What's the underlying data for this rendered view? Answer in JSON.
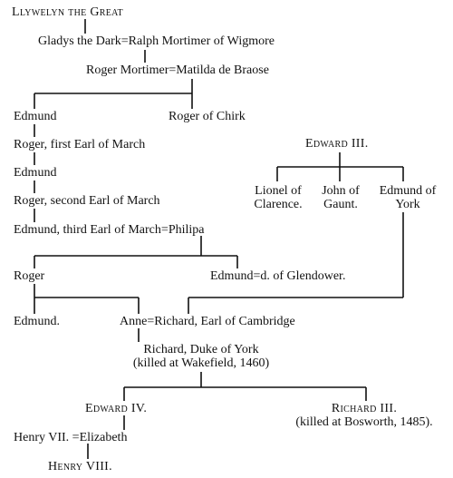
{
  "tree": {
    "llywelyn": "Llywelyn the Great",
    "gladys": "Gladys the Dark",
    "ralph": "Ralph Mortimer of Wigmore",
    "roger_mortimer": "Roger Mortimer",
    "matilda": "Matilda de Braose",
    "edmund_1": "Edmund",
    "roger_chirk": "Roger of Chirk",
    "roger_first_earl": "Roger, first Earl of March",
    "edmund_2": "Edmund",
    "roger_second_earl": "Roger, second Earl of March",
    "edmund_third_earl": "Edmund, third Earl of March",
    "philipa": "Philipa",
    "roger_3": "Roger",
    "edmund_glendower": "Edmund",
    "daughter_glendower": "d. of Glendower.",
    "edmund_3": "Edmund.",
    "anne": "Anne",
    "richard_cambridge": "Richard, Earl of Cambridge",
    "edward_iii": "Edward III.",
    "lionel_1": "Lionel of",
    "lionel_2": "Clarence.",
    "john_1": "John of",
    "john_2": "Gaunt.",
    "edmund_york_1": "Edmund of",
    "edmund_york_2": "York",
    "richard_york": "Richard, Duke of York",
    "richard_york_note": "(killed at Wakefield, 1460)",
    "edward_iv": "Edward IV.",
    "richard_iii": "Richard III.",
    "richard_iii_note": "(killed at Bosworth, 1485).",
    "henry_vii": "Henry VII.",
    "elizabeth": "Elizabeth",
    "henry_viii": "Henry VIII.",
    "marriage_sign": "="
  }
}
